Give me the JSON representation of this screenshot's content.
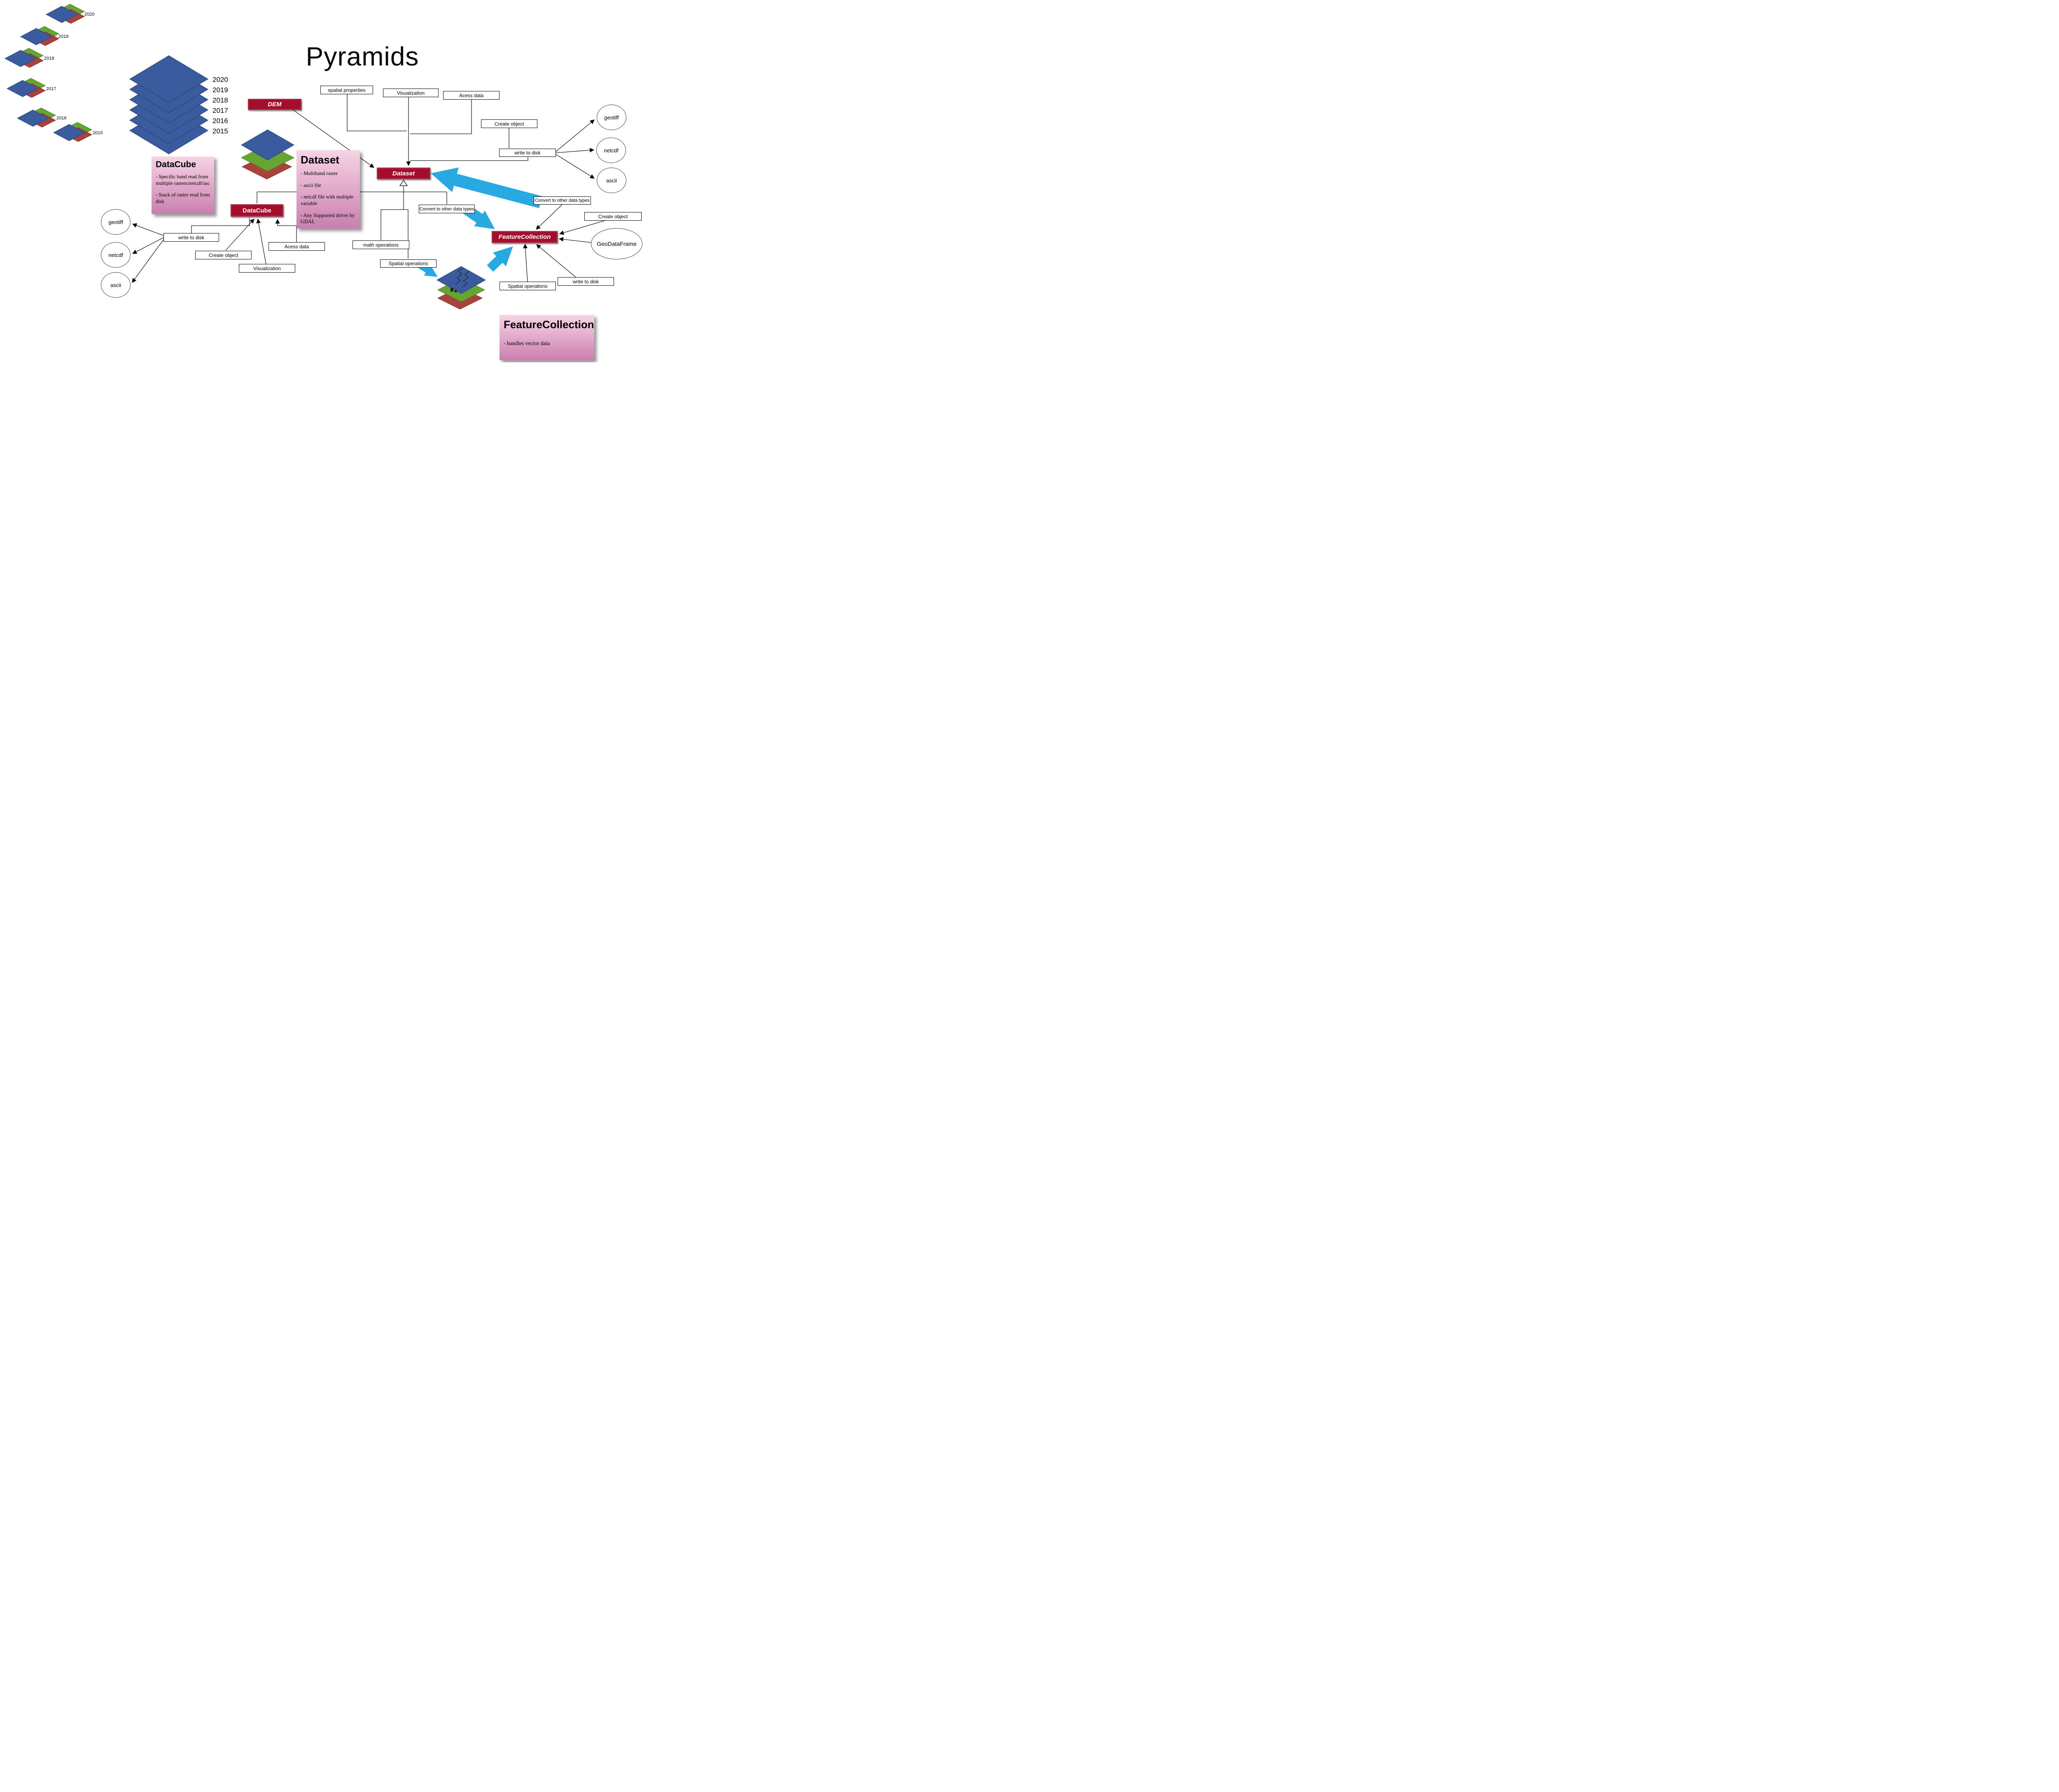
{
  "title": "Pyramids",
  "colors": {
    "class_box_red": "#A50D2D",
    "diamond_blue": "#3A5C9E",
    "diamond_green": "#66A532",
    "diamond_red": "#A8423A",
    "thick_arrow_blue": "#29A9E1",
    "card_pink_light": "#F6D3E4",
    "card_pink_dark": "#C97FAE"
  },
  "small_stacks": [
    {
      "year": "2020"
    },
    {
      "year": "2019"
    },
    {
      "year": "2018"
    },
    {
      "year": "2017"
    },
    {
      "year": "2016"
    },
    {
      "year": "2015"
    }
  ],
  "big_stack_years": [
    "2020",
    "2019",
    "2018",
    "2017",
    "2016",
    "2015"
  ],
  "class_boxes": {
    "dem": "DEM",
    "dataset": "Dataset",
    "datacube": "DataCube",
    "featurecollection": "FeatureCollection"
  },
  "action_boxes": {
    "spatial_properties": "spatial properties",
    "visualization_top": "Visualization",
    "access_data_top": "Acess data",
    "create_object_top": "Create object",
    "write_to_disk_right": "write to disk",
    "convert_right": "Convert to other data types",
    "convert_mid": "Convert to other data types",
    "math_operations": "math operations",
    "spatial_operations_mid": "Spatial operations",
    "create_object_fc": "Create object",
    "write_to_disk_fc": "write to disk",
    "spatial_operations_fc": "Spatial operations",
    "write_to_disk_left": "write to disk",
    "create_object_left": "Create object",
    "visualization_left": "Visualization",
    "access_data_left": "Acess data"
  },
  "circles": {
    "geotiff_right": "geotiff",
    "netcdf_right": "netcdf",
    "ascii_right": "ascii",
    "geotiff_left": "geotiff",
    "netcdf_left": "netcdf",
    "ascii_left": "ascii",
    "geodataframe": "GeoDataFrame"
  },
  "cards": {
    "datacube": {
      "title": "DataCube",
      "lines": [
        "- Specific band read from multiple rasters/netcdf/asc",
        "- Stack of raster read from disk"
      ]
    },
    "dataset": {
      "title": "Dataset",
      "lines": [
        "- Multiband raster",
        "- ascii file",
        "- netcdf file with multiple variable",
        "- Any Supported driver by GDAL"
      ]
    },
    "featurecollection": {
      "title": "FeatureCollection",
      "lines": [
        "- handles vector data"
      ]
    }
  }
}
